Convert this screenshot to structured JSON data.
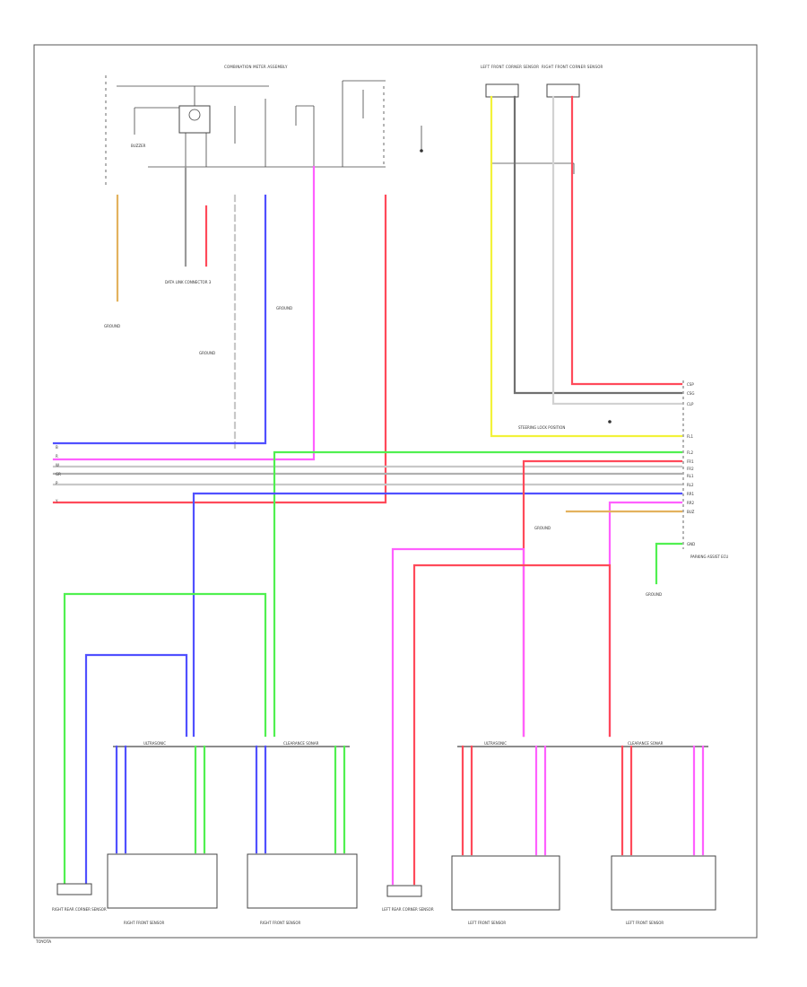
{
  "page": {
    "footer": "TOYOTA"
  },
  "colors": {
    "blue": "#5050ff",
    "green": "#50f050",
    "pink": "#ff60ff",
    "red": "#ff4a5a",
    "yellow": "#f2f23a",
    "orange": "#e3b25e",
    "gray": "#bdbdbd",
    "dark": "#444444"
  },
  "top": {
    "meter_title": "COMBINATION METER ASSEMBLY",
    "meter_sub": "BUZZER",
    "left_sensor_title": "LEFT FRONT CORNER SENSOR",
    "right_sensor_title": "RIGHT FRONT CORNER SENSOR",
    "dlc_label": "DATA LINK CONNECTOR 3"
  },
  "splices": {
    "ground_a": "GROUND",
    "ground_b": "GROUND",
    "ground_c": "GROUND",
    "ground_d": "GROUND"
  },
  "left_bus_pins": [
    "B",
    "R",
    "W",
    "GR",
    "P",
    "Y"
  ],
  "ecu": {
    "title": "PARKING ASSIST ECU",
    "pins": [
      "CSP",
      "CSG",
      "CLP",
      "FL1",
      "FL2",
      "FR1",
      "FR2",
      "RL1",
      "RL2",
      "RR1",
      "RR2",
      "BUZ",
      "GND"
    ],
    "side_note": "STEERING LOCK POSITION"
  },
  "sensors": {
    "rear_left_label": "RIGHT REAR CORNER SENSOR",
    "rear_right_label": "LEFT REAR CORNER SENSOR",
    "s1": "RIGHT FRONT SENSOR",
    "s2": "RIGHT FRONT SENSOR",
    "s3": "LEFT FRONT SENSOR",
    "s4": "LEFT FRONT SENSOR",
    "bus_a": "ULTRASONIC",
    "bus_b": "CLEARANCE SONAR"
  }
}
